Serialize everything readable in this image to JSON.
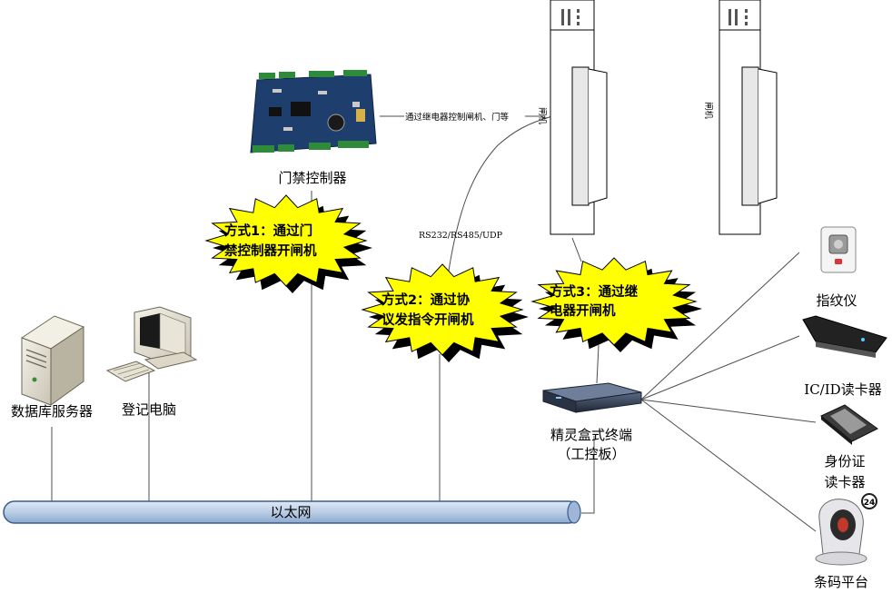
{
  "colors": {
    "burst_fill": "#ffff00",
    "burst_shadow": "#000000",
    "bus_fill": "#b9cde6",
    "bus_stroke": "#385d8a",
    "line": "#4d4d4d"
  },
  "devices": {
    "db_server": {
      "label": "数据库服务器",
      "icon": "server-icon"
    },
    "reg_pc": {
      "label": "登记电脑",
      "icon": "desktop-pc-icon"
    },
    "controller": {
      "label": "门禁控制器",
      "icon": "circuit-board-icon"
    },
    "terminal": {
      "label_line1": "精灵盒式终端",
      "label_line2": "（工控板）",
      "icon": "box-terminal-icon"
    },
    "gate_left": {
      "label": "闸机",
      "icon": "turnstile-gate-icon"
    },
    "gate_right": {
      "label": "闸机",
      "icon": "turnstile-gate-icon"
    },
    "fingerprint": {
      "label": "指纹仪",
      "icon": "fingerprint-reader-icon"
    },
    "icid_reader": {
      "label": "IC/ID读卡器",
      "icon": "card-reader-icon"
    },
    "idcard_reader": {
      "label_line1": "身份证",
      "label_line2": "读卡器",
      "icon": "id-card-reader-icon"
    },
    "barcode": {
      "label": "条码平台",
      "icon": "barcode-scanner-icon",
      "badge": "24"
    }
  },
  "network": {
    "ethernet_label": "以太网"
  },
  "links": {
    "relay_label": "通过继电器控制闸机、门等",
    "protocol_label": "RS232/RS485/UDP"
  },
  "methods": [
    {
      "prefix": "方式",
      "num": "1",
      "line1_rest": "：通过门",
      "line2": "禁控制器开闸机"
    },
    {
      "prefix": "方式",
      "num": "2",
      "line1_rest": "：通过协",
      "line2": "议发指令开闸机"
    },
    {
      "prefix": "方式",
      "num": "3",
      "line1_rest": "：通过继",
      "line2": "电器开闸机"
    }
  ]
}
